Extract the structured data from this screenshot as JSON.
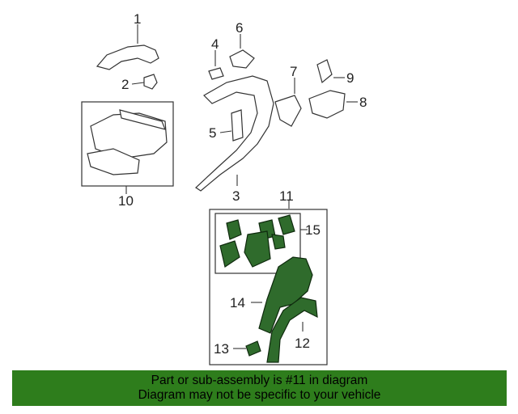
{
  "callouts": {
    "c1": "1",
    "c2": "2",
    "c3": "3",
    "c4": "4",
    "c5": "5",
    "c6": "6",
    "c7": "7",
    "c8": "8",
    "c9": "9",
    "c10": "10",
    "c11": "11",
    "c12": "12",
    "c13": "13",
    "c14": "14",
    "c15": "15"
  },
  "banner": {
    "line1": "Part or sub-assembly is #11 in diagram",
    "line2": "Diagram may not be specific to your vehicle",
    "color": "#2e7d1c"
  },
  "highlight_color": "#2f6b2c"
}
